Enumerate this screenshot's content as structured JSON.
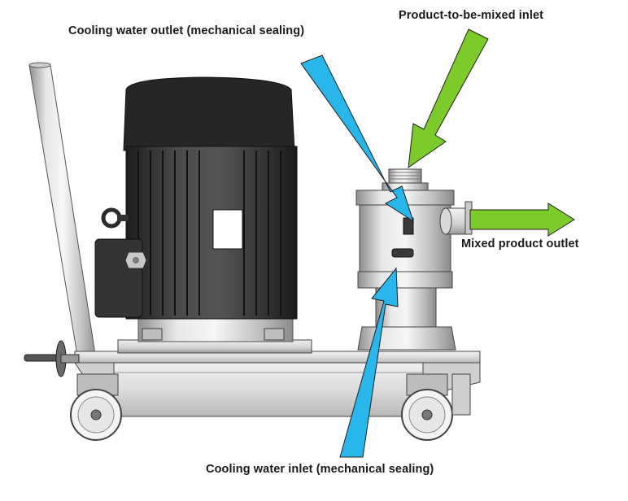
{
  "labels": {
    "cooling_water_outlet": "Cooling water outlet (mechanical sealing)",
    "product_inlet": "Product-to-be-mixed inlet",
    "mixed_product_outlet": "Mixed product outlet",
    "cooling_water_inlet": "Cooling water inlet (mechanical sealing)"
  },
  "colors": {
    "cooling_arrow": "#29b6ea",
    "product_arrow": "#7ccb2a",
    "arrow_outline": "#1f1f1f",
    "motor_dark": "#2e2e2e",
    "steel_light": "#e4e4e4",
    "steel_mid": "#b5b5b5"
  }
}
